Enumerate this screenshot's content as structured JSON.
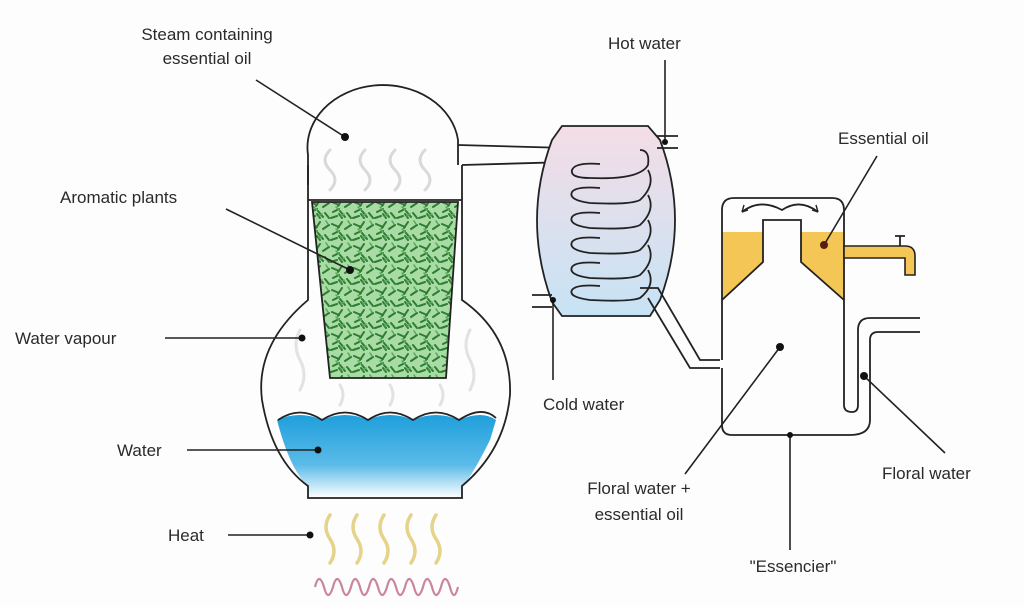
{
  "diagram": {
    "title": "Steam distillation of essential oils",
    "labels": {
      "steam": [
        "Steam containing",
        "essential oil"
      ],
      "aromatic_plants": "Aromatic plants",
      "water_vapour": "Water vapour",
      "water": "Water",
      "heat": "Heat",
      "hot_water": "Hot water",
      "cold_water": "Cold water",
      "essential_oil": "Essential oil",
      "floral_water_oil": [
        "Floral water +",
        "essential oil"
      ],
      "floral_water": "Floral water",
      "essencier": "\"Essencier\""
    },
    "colors": {
      "water": "#29a6e0",
      "plants_light": "#9fd89a",
      "plants_dark": "#2e7d32",
      "oil": "#f3c655",
      "condenser_top": "#f3dde6",
      "condenser_bottom": "#cfe6f5",
      "heat_flame": "#e8d48a",
      "heat_coil": "#c9879a"
    }
  }
}
